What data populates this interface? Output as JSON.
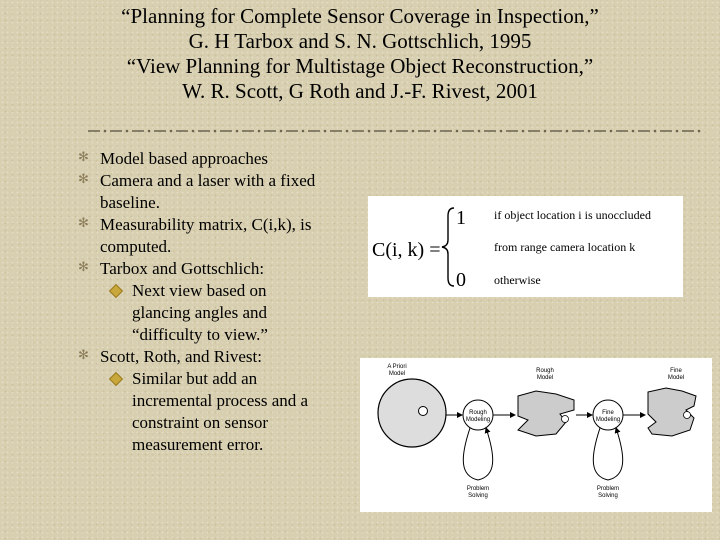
{
  "title": {
    "line1": "“Planning for Complete Sensor Coverage in Inspection,”",
    "line2": "G. H Tarbox and S. N. Gottschlich, 1995",
    "line3": "“View Planning for Multistage Object Reconstruction,”",
    "line4": "W. R. Scott, G Roth and J.-F. Rivest, 2001"
  },
  "bullets": {
    "b1": "Model based approaches",
    "b2_l1": "Camera and a laser with a fixed",
    "b2_l2": "baseline.",
    "b3_l1": "Measurability matrix, C(i,k), is",
    "b3_l2": "computed.",
    "b4": "Tarbox and Gottschlich:",
    "b4_sub_l1": "Next view based on",
    "b4_sub_l2": "glancing angles and",
    "b4_sub_l3": "“difficulty to view.”",
    "b5": "Scott, Roth, and Rivest:",
    "b5_sub_l1": "Similar but add an",
    "b5_sub_l2": "incremental process and a",
    "b5_sub_l3": "constraint on sensor",
    "b5_sub_l4": "measurement error."
  },
  "formula": {
    "lhs": "C(i, k) =",
    "one": "1",
    "zero": "0",
    "case1_l1": "if object location i is unoccluded",
    "case1_l2": "from range camera location k",
    "case2": "otherwise"
  },
  "figure": {
    "a_priori_l1": "A Priori",
    "a_priori_l2": "Model",
    "rough_l1": "Rough",
    "rough_l2": "Model",
    "fine_l1": "Fine",
    "fine_l2": "Model",
    "rough_modeling_l1": "Rough",
    "rough_modeling_l2": "Modeling",
    "fine_modeling_l1": "Fine",
    "fine_modeling_l2": "Modeling",
    "problem1_l1": "Problem",
    "problem1_l2": "Solving",
    "problem2_l1": "Problem",
    "problem2_l2": "Solving"
  },
  "colors": {
    "background": "#d8cfb0",
    "bullet_mark": "#8a7d5a",
    "sub_bullet": "#c8a83a"
  }
}
